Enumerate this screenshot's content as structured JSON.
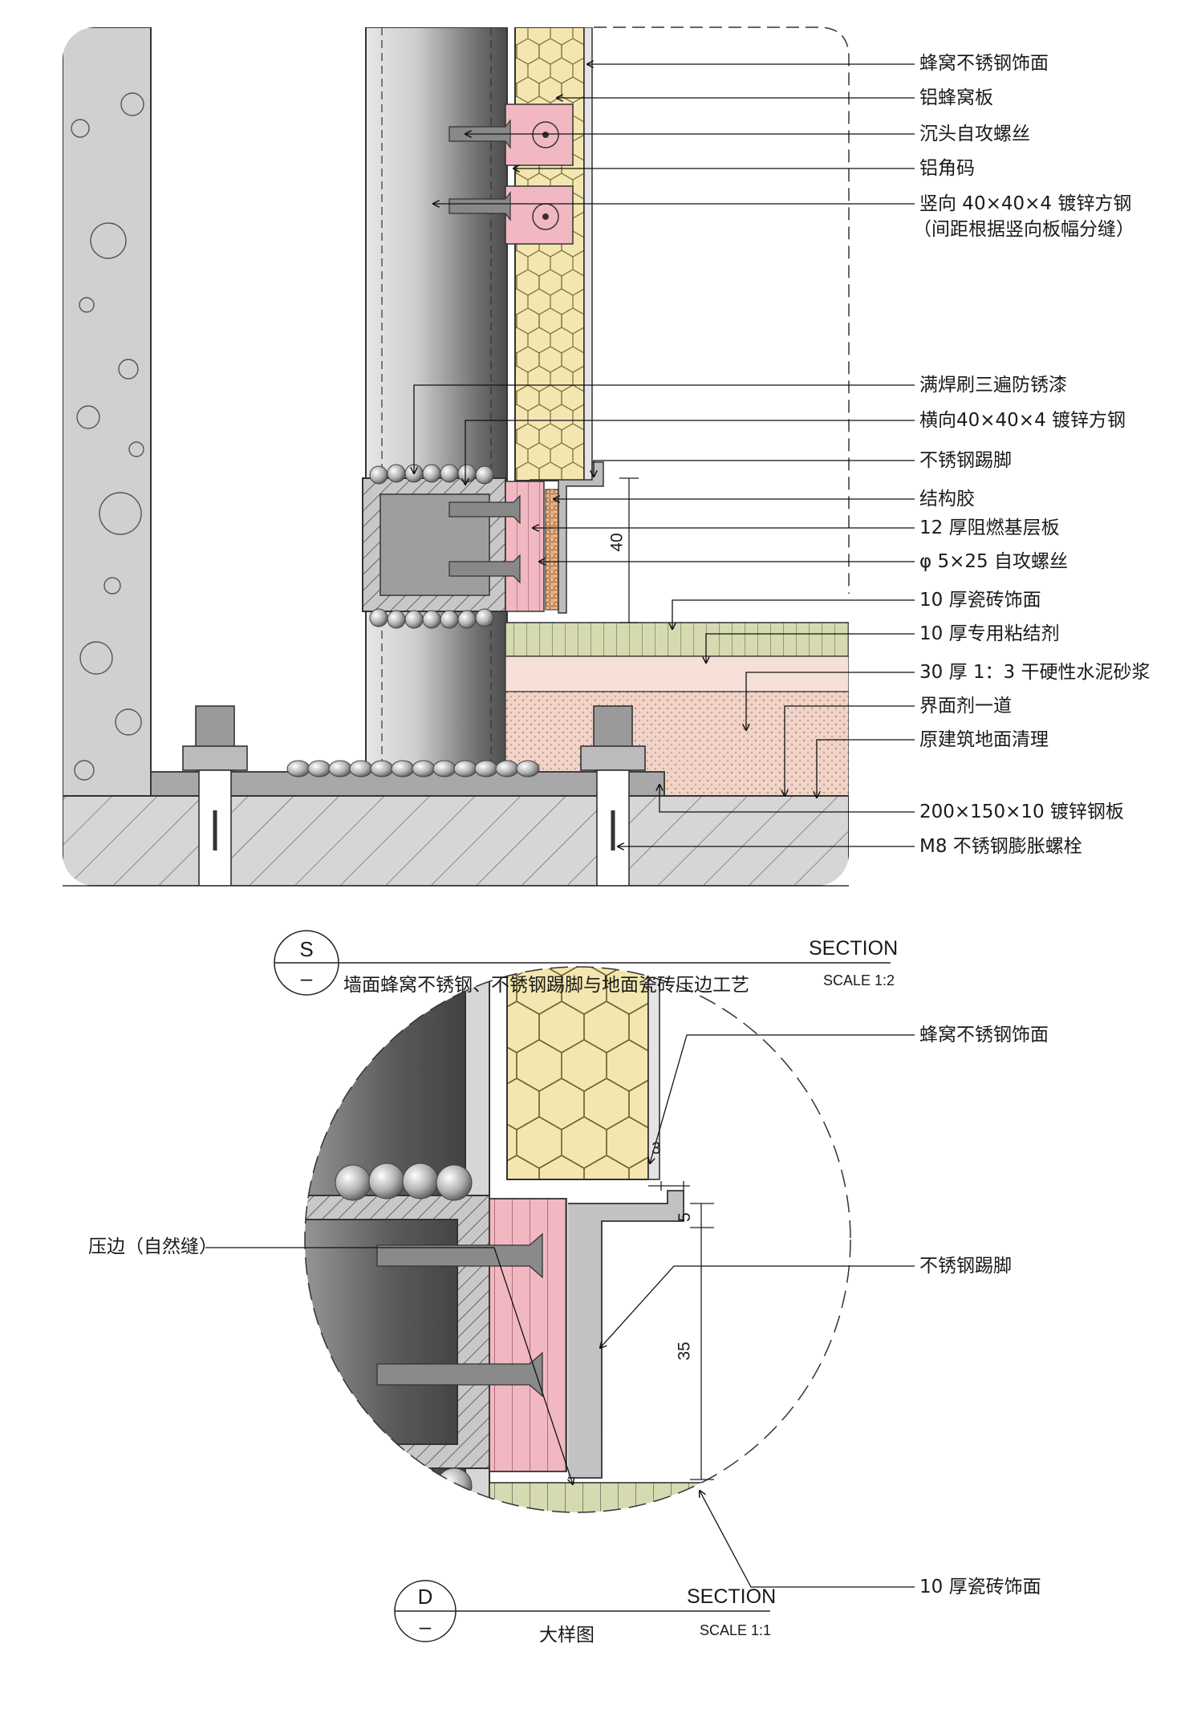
{
  "detail_s": {
    "tag_letter": "S",
    "tag_sub": "–",
    "section_word": "SECTION",
    "scale": "SCALE 1:2",
    "title": "墙面蜂窝不锈钢、不锈钢踢脚与地面瓷砖压边工艺",
    "labels": [
      "蜂窝不锈钢饰面",
      "铝蜂窝板",
      "沉头自攻螺丝",
      "铝角码",
      "竖向 40×40×4 镀锌方钢",
      "（间距根据竖向板幅分缝）",
      "满焊刷三遍防锈漆",
      "横向40×40×4 镀锌方钢",
      "不锈钢踢脚",
      "结构胶",
      "12 厚阻燃基层板",
      "φ 5×25 自攻螺丝",
      "10 厚瓷砖饰面",
      "10 厚专用粘结剂",
      "30 厚 1：3 干硬性水泥砂浆",
      "界面剂一道",
      "原建筑地面清理",
      "200×150×10 镀锌钢板",
      "M8 不锈钢膨胀螺栓"
    ],
    "dim": "40"
  },
  "detail_d": {
    "tag_letter": "D",
    "tag_sub": "–",
    "section_word": "SECTION",
    "scale": "SCALE 1:1",
    "title": "大样图",
    "labels": {
      "honeycomb": "蜂窝不锈钢饰面",
      "press_edge": "压边（自然缝）",
      "skirting": "不锈钢踢脚",
      "tile": "10 厚瓷砖饰面"
    },
    "dims": [
      "3",
      "5",
      "35"
    ]
  },
  "colors": {
    "concrete": "#d4d4d4",
    "honeycomb": "#f3e6b0",
    "pink_board": "#f2b8c2",
    "tile": "#d6dab0",
    "screed": "#f6d4cc",
    "steel": "#9a9a9a"
  }
}
